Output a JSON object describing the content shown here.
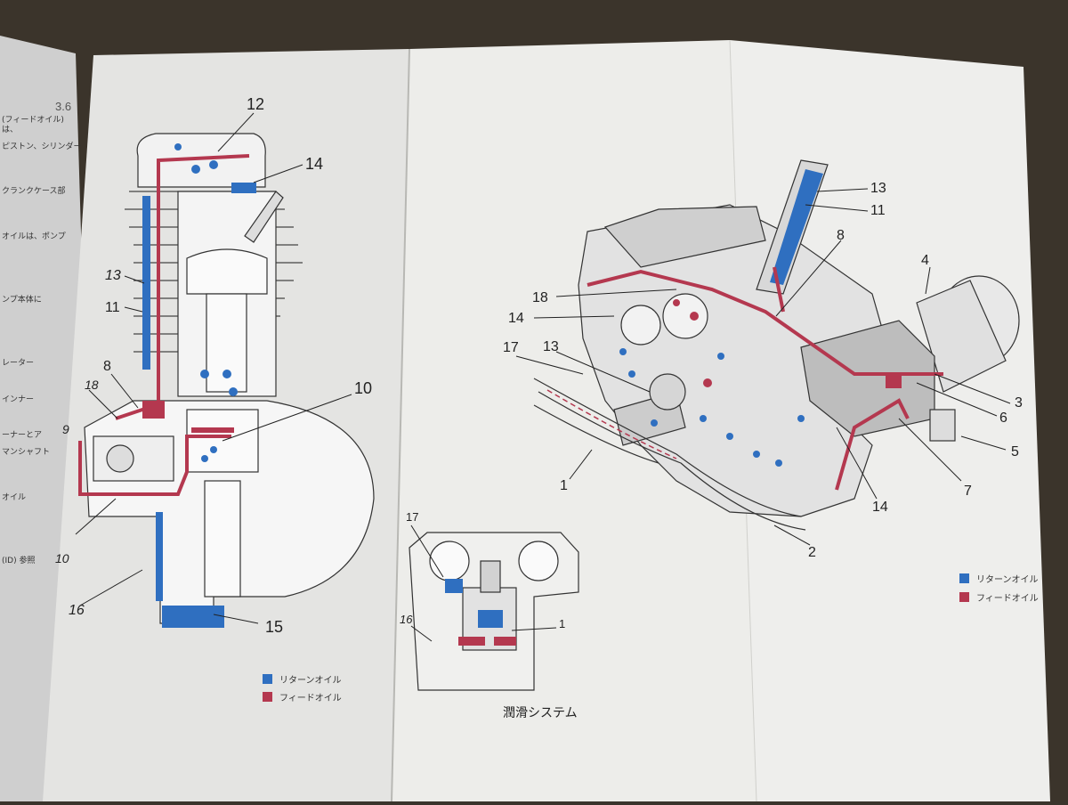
{
  "page_number": "3.6",
  "left_figure": {
    "labels": {
      "l12": "12",
      "l14": "14",
      "l13": "13",
      "l11": "11",
      "l8": "8",
      "l18": "18",
      "l9": "9",
      "l10a": "10",
      "l10b": "10",
      "l16": "16",
      "l15": "15"
    },
    "legend": [
      {
        "color": "#2f6fc0",
        "text": "リターンオイル"
      },
      {
        "color": "#b4384f",
        "text": "フィードオイル"
      }
    ]
  },
  "right_figure": {
    "labels": {
      "r13": "13",
      "r11": "11",
      "r8": "8",
      "r4": "4",
      "r18": "18",
      "r14a": "14",
      "r17": "17",
      "r13b": "13",
      "r3": "3",
      "r6": "6",
      "r5": "5",
      "r7": "7",
      "r1": "1",
      "r14b": "14",
      "r2": "2"
    },
    "legend": [
      {
        "color": "#2f6fc0",
        "text": "リターンオイル"
      },
      {
        "color": "#b4384f",
        "text": "フィードオイル"
      }
    ]
  },
  "inset_figure": {
    "labels": {
      "i17": "17",
      "i16": "16",
      "i1": "1"
    }
  },
  "caption": "潤滑システム",
  "left_margin_text": [
    "(フィードオイル) は、",
    "ピストン、シリンダー",
    "クランクケース部",
    "オイルは、ポンプ",
    "ンプ本体に",
    "レーター",
    "インナー",
    "ーナーとア",
    "マンシャフト",
    "オイル",
    "(ID) 参照"
  ]
}
